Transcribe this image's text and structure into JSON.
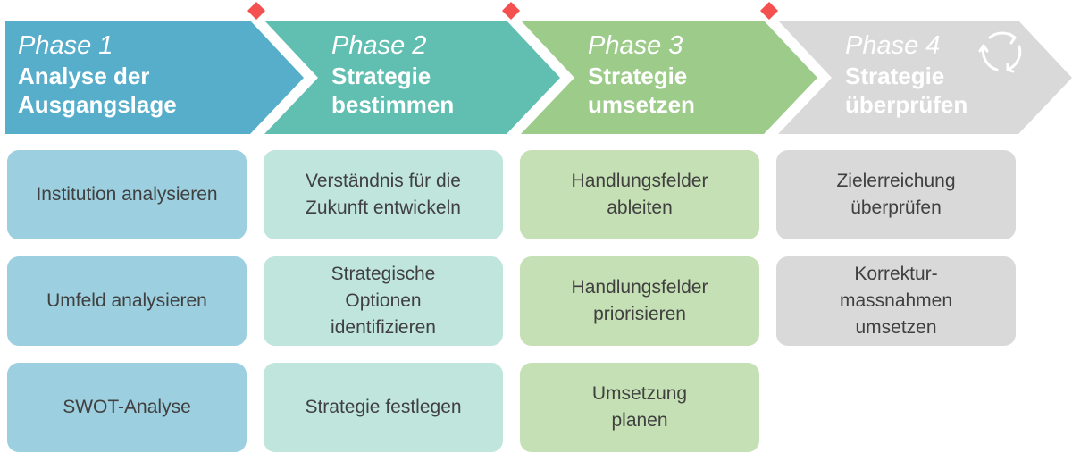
{
  "colors": {
    "phase_1": "#56aecb",
    "phase_2": "#60bfb0",
    "phase_3": "#9ccb8a",
    "phase_4": "#d9d9d9",
    "box_1": "#9ccfdf",
    "box_2": "#bfe5dd",
    "box_3": "#c5e0b4",
    "box_4": "#d9d9d9",
    "milestone": "#f55050"
  },
  "phases": [
    {
      "number": "Phase 1",
      "title_1": "Analyse der",
      "title_2": "Ausgangslage",
      "steps": [
        "Institution analysieren",
        "Umfeld analysieren",
        "SWOT-Analyse"
      ]
    },
    {
      "number": "Phase 2",
      "title_1": "Strategie",
      "title_2": "bestimmen",
      "steps": [
        "Verständnis für die Zukunft entwickeln",
        "Strategische Optionen identifizieren",
        "Strategie festlegen"
      ]
    },
    {
      "number": "Phase 3",
      "title_1": "Strategie",
      "title_2": "umsetzen",
      "steps": [
        "Handlungsfelder ableiten",
        "Handlungsfelder priorisieren",
        "Umsetzung planen"
      ]
    },
    {
      "number": "Phase 4",
      "title_1": "Strategie",
      "title_2": "überprüfen",
      "steps": [
        "Zielerreichung überprüfen",
        "Korrektur-massnahmen umsetzen"
      ]
    }
  ],
  "icons": {
    "phase_4": "cycle-arrows-icon",
    "milestone": "diamond-icon"
  }
}
